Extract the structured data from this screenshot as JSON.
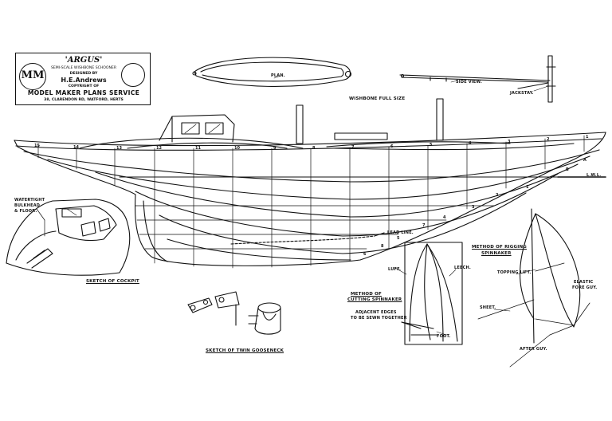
{
  "title_block": {
    "boat_name": "'ARGUS'",
    "subtitle": "SEMI-SCALE WISHBONE SCHOONER",
    "designed_by": "DESIGNED BY",
    "designer": "H.E.Andrews",
    "copyright": "COPYRIGHT OF",
    "service": "MODEL MAKER PLANS SERVICE",
    "address": "38, CLARENDON RD, WATFORD, HERTS",
    "logo": "MM"
  },
  "labels": {
    "plan": "PLAN.",
    "side_view": "SIDE VIEW.",
    "jackstay": "JACKSTAY.",
    "wishbone_full_size": "WISHBONE FULL SIZE",
    "lwl": "L.W.L.",
    "lead_line": "LEAD LINE.",
    "watertight_1": "WATERTIGHT",
    "watertight_2": "BULKHEAD",
    "watertight_3": "& FLOOR.",
    "sketch_cockpit": "SKETCH OF COCKPIT",
    "sketch_gooseneck": "SKETCH OF TWIN GOOSENECK",
    "luff": "LUFF.",
    "leech": "LEECH.",
    "foot": "FOOT.",
    "method_cutting_1": "METHOD OF",
    "method_cutting_2": "CUTTING SPINNAKER",
    "adjacent_1": "ADJACENT EDGES",
    "adjacent_2": "TO BE SEWN TOGETHER",
    "method_rigging_1": "METHOD OF RIGGING",
    "method_rigging_2": "SPINNAKER",
    "topping_lift": "TOPPING LIFT.",
    "sheet": "SHEET.",
    "elastic_1": "ELASTIC",
    "elastic_2": "FORE GUY.",
    "after_guy": "AFTER GUY."
  },
  "stations": [
    "15",
    "14",
    "13",
    "12",
    "11",
    "10",
    "9",
    "8",
    "7",
    "6",
    "5",
    "4",
    "3",
    "2",
    "1"
  ],
  "waterline_numbers": [
    "A",
    "B",
    "1",
    "2",
    "3",
    "4",
    "5",
    "6",
    "7",
    "8"
  ]
}
